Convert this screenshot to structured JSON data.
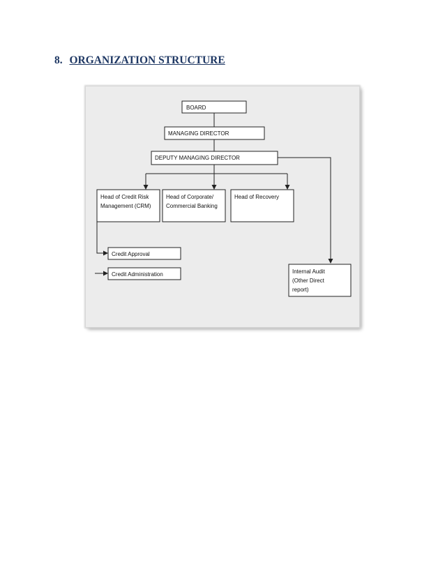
{
  "section": {
    "number": "8.",
    "title": "ORGANIZATION STRUCTURE"
  },
  "org_chart": {
    "board": "BOARD",
    "managing_director": "MANAGING DIRECTOR",
    "deputy_managing_director": "DEPUTY MANAGING DIRECTOR",
    "crm_line1": "Head of Credit Risk",
    "crm_line2": "Management (CRM)",
    "corporate_line1": "Head of Corporate/",
    "corporate_line2": "Commercial Banking",
    "recovery": "Head of Recovery",
    "credit_approval": "Credit Approval",
    "credit_administration": "Credit Administration",
    "audit_line1": "Internal Audit",
    "audit_line2": "(Other Direct",
    "audit_line3": "report)"
  }
}
